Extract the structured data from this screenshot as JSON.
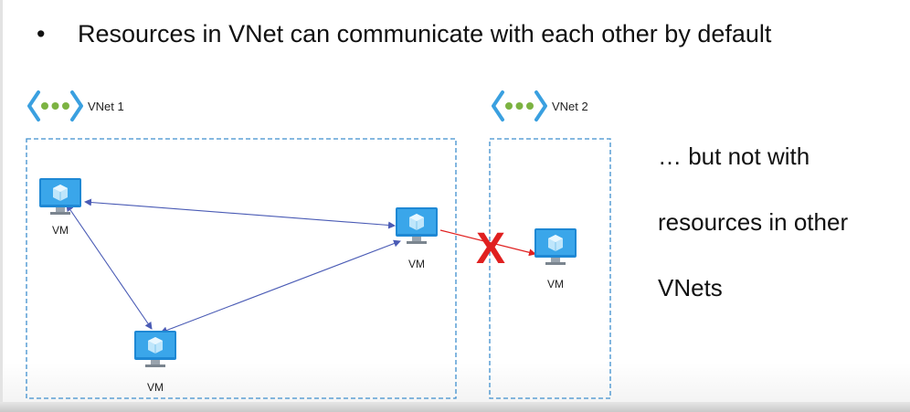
{
  "bullet": {
    "marker": "•",
    "text": "Resources in VNet can communicate with each other by default"
  },
  "vnet1": {
    "label": "VNet 1",
    "icon": "vnet-icon"
  },
  "vnet2": {
    "label": "VNet 2",
    "icon": "vnet-icon"
  },
  "vms": {
    "vm1": {
      "label": "VM",
      "icon": "virtual-machine-icon"
    },
    "vm2": {
      "label": "VM",
      "icon": "virtual-machine-icon"
    },
    "vm3": {
      "label": "VM",
      "icon": "virtual-machine-icon"
    },
    "vm4": {
      "label": "VM",
      "icon": "virtual-machine-icon"
    }
  },
  "blocked_marker": "X",
  "side_text": {
    "line1": "… but not with",
    "line2": "resources in other",
    "line3": "VNets"
  },
  "colors": {
    "allowed_arrow": "#4a5bb5",
    "blocked_arrow": "#e02020",
    "boundary": "#3f8fce",
    "vnet_brackets": "#3aa0e0",
    "vnet_dots": "#7cb342",
    "vm_screen": "#1e88d4",
    "vm_cube": "#bfe6fb"
  }
}
